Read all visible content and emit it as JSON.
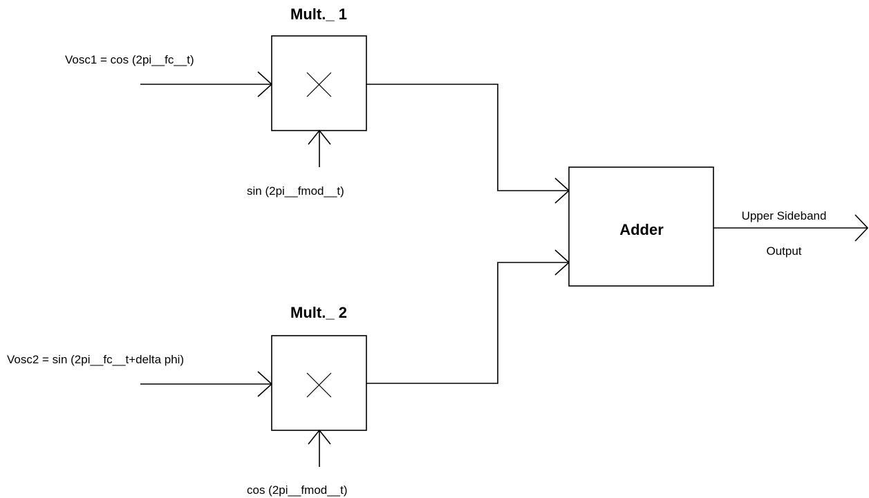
{
  "diagram": {
    "mult1": {
      "title": "Mult._ 1",
      "input_label": "Vosc1 = cos (2pi__fc__t)",
      "bottom_label": "sin (2pi__fmod__t)",
      "symbol": "multiply-symbol"
    },
    "mult2": {
      "title": "Mult._ 2",
      "input_label": "Vosc2 = sin (2pi__fc__t+delta phi)",
      "bottom_label": "cos (2pi__fmod__t)",
      "symbol": "multiply-symbol"
    },
    "adder": {
      "title": "Adder"
    },
    "output": {
      "label_line1": "Upper Sideband",
      "label_line2": "Output"
    },
    "colors": {
      "line": "#000000",
      "background": "#ffffff"
    }
  }
}
